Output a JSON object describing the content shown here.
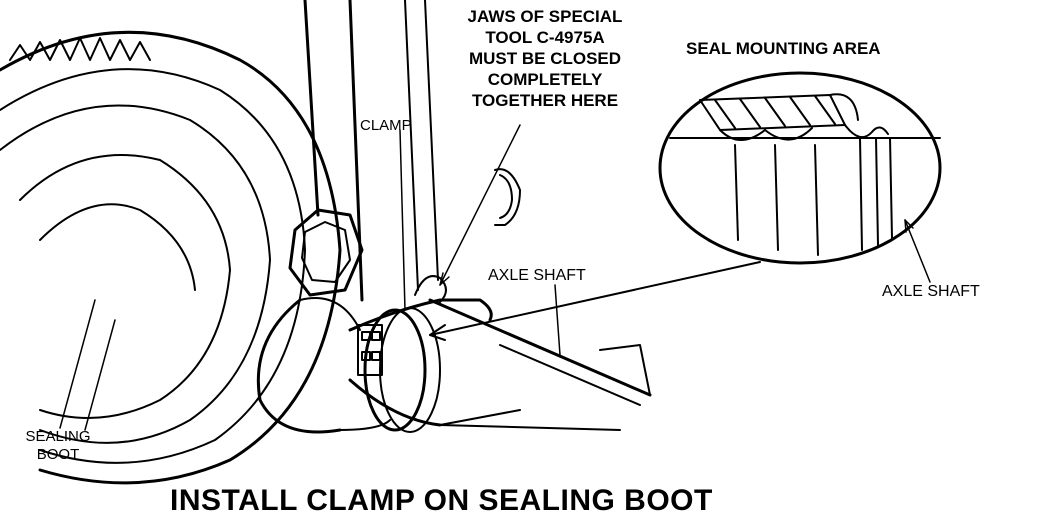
{
  "labels": {
    "jaws_note": [
      "JAWS OF SPECIAL",
      "TOOL C-4975A",
      "MUST BE CLOSED",
      "COMPLETELY",
      "TOGETHER HERE"
    ],
    "seal_mounting_area": "SEAL MOUNTING AREA",
    "clamp": "CLAMP",
    "axle_shaft_main": "AXLE SHAFT",
    "axle_shaft_detail": "AXLE SHAFT",
    "sealing_boot": [
      "SEALING",
      "BOOT"
    ]
  },
  "caption": "INSTALL CLAMP ON SEALING BOOT",
  "colors": {
    "ink": "#000000",
    "paper": "#ffffff"
  }
}
